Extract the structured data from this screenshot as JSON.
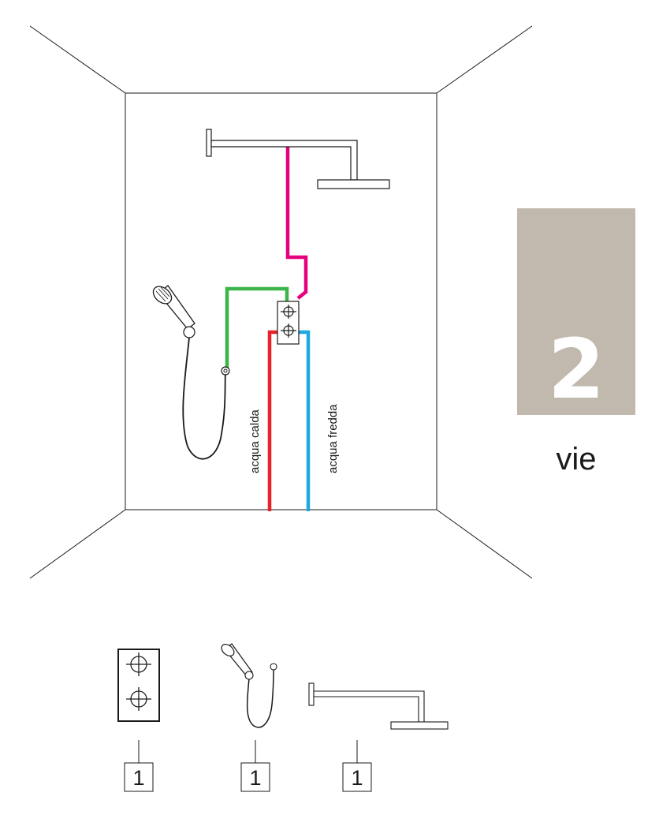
{
  "pipes": {
    "hot_label": "acqua calda",
    "cold_label": "acqua fredda",
    "hot_color": "#e8212a",
    "cold_color": "#1ea8e0",
    "shower_feed_color": "#e6007e",
    "handshower_feed_color": "#3bb54a"
  },
  "badge": {
    "number": "2",
    "word": "vie",
    "color": "#c1b9ad"
  },
  "components": [
    {
      "name": "diverter-mixer-plate",
      "quantity": "1"
    },
    {
      "name": "hand-shower-set",
      "quantity": "1"
    },
    {
      "name": "overhead-shower-arm",
      "quantity": "1"
    }
  ]
}
